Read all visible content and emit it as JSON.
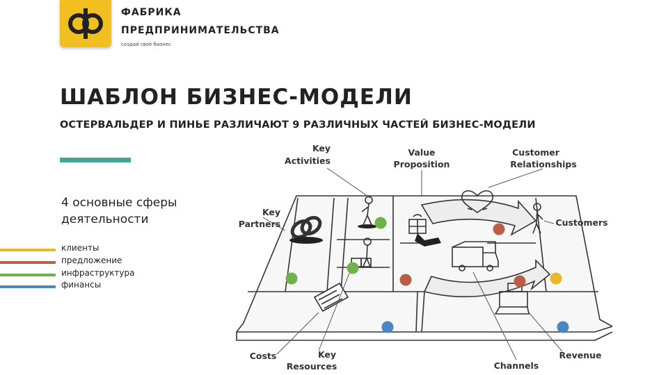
{
  "brand": {
    "logo_letter": "Ф",
    "line1": "ФАБРИКА",
    "line2": "ПРЕДПРИНИМАТЕЛЬСТВА",
    "tagline": "создай своё бизнес",
    "logo_color": "#f1bf1f"
  },
  "title": "ШАБЛОН БИЗНЕС-МОДЕЛИ",
  "subtitle": "ОСТЕРВАЛЬДЕР И ПИНЬЕ РАЗЛИЧАЮТ 9 РАЗЛИЧНЫХ ЧАСТЕЙ БИЗНЕС-МОДЕЛИ",
  "accent_color": "#3aa99a",
  "spheres_title": "4 основные сферы деятельности",
  "legend": [
    {
      "label": "клиенты",
      "color": "#e8b82a"
    },
    {
      "label": "предложение",
      "color": "#b95f48"
    },
    {
      "label": "инфраструктура",
      "color": "#6fb24a"
    },
    {
      "label": "финансы",
      "color": "#4a86c5"
    }
  ],
  "diagram": {
    "labels": {
      "key_activities": [
        "Key",
        "Activities"
      ],
      "value_proposition": [
        "Value",
        "Proposition"
      ],
      "customer_relationships": [
        "Customer",
        "Relationships"
      ],
      "key_partners": [
        "Key",
        "Partners"
      ],
      "customers": "Customers",
      "costs": "Costs",
      "key_resources": [
        "Key",
        "Resources"
      ],
      "channels": "Channels",
      "revenue": "Revenue"
    },
    "dots": [
      {
        "block": "key-partners",
        "sphere": "инфраструктура",
        "color": "#6fb24a"
      },
      {
        "block": "key-activities",
        "sphere": "инфраструктура",
        "color": "#6fb24a"
      },
      {
        "block": "key-resources",
        "sphere": "инфраструктура",
        "color": "#6fb24a"
      },
      {
        "block": "value-proposition",
        "sphere": "предложение",
        "color": "#b95f48"
      },
      {
        "block": "customer-relationships",
        "sphere": "предложение",
        "color": "#b95f48"
      },
      {
        "block": "channels",
        "sphere": "предложение",
        "color": "#b95f48"
      },
      {
        "block": "customers",
        "sphere": "клиенты",
        "color": "#e8b82a"
      },
      {
        "block": "costs",
        "sphere": "финансы",
        "color": "#4a86c5"
      },
      {
        "block": "revenue",
        "sphere": "финансы",
        "color": "#4a86c5"
      }
    ]
  }
}
